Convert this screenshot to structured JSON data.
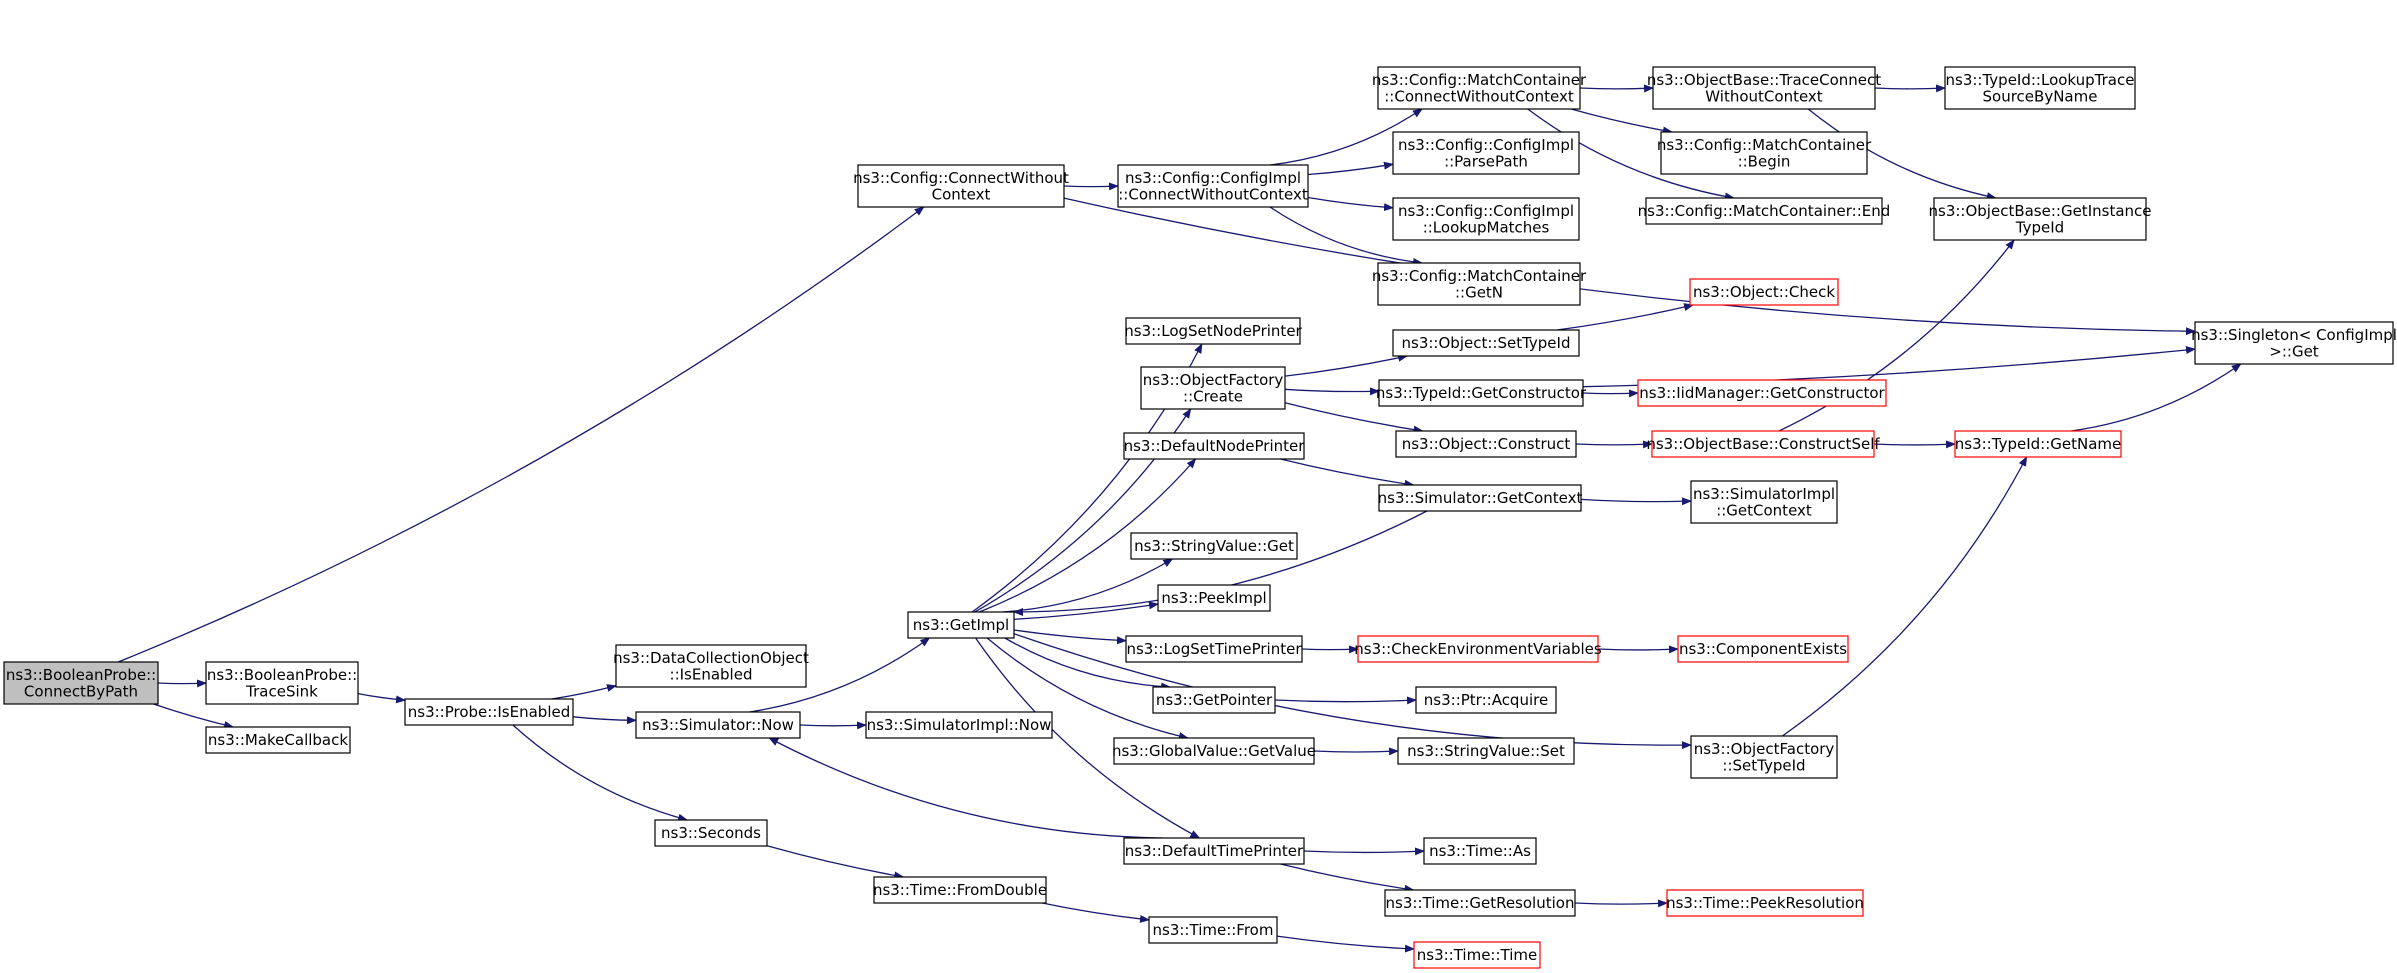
{
  "nodes": [
    {
      "id": "n_boolprobe_cbp",
      "lines": [
        "ns3::BooleanProbe::",
        "ConnectByPath"
      ],
      "style": "root"
    },
    {
      "id": "n_cfg_cwc",
      "lines": [
        "ns3::Config::ConnectWithout",
        "Context"
      ],
      "style": "normal"
    },
    {
      "id": "n_boolprobe_ts",
      "lines": [
        "ns3::BooleanProbe::",
        "TraceSink"
      ],
      "style": "normal"
    },
    {
      "id": "n_makecallback",
      "lines": [
        "ns3::MakeCallback"
      ],
      "style": "normal"
    },
    {
      "id": "n_probe_isenabled",
      "lines": [
        "ns3::Probe::IsEnabled"
      ],
      "style": "normal"
    },
    {
      "id": "n_dco_isenabled",
      "lines": [
        "ns3::DataCollectionObject",
        "::IsEnabled"
      ],
      "style": "normal"
    },
    {
      "id": "n_sim_now",
      "lines": [
        "ns3::Simulator::Now"
      ],
      "style": "normal"
    },
    {
      "id": "n_seconds",
      "lines": [
        "ns3::Seconds"
      ],
      "style": "normal"
    },
    {
      "id": "n_simimpl_now",
      "lines": [
        "ns3::SimulatorImpl::Now"
      ],
      "style": "normal"
    },
    {
      "id": "n_getimpl",
      "lines": [
        "ns3::GetImpl"
      ],
      "style": "normal"
    },
    {
      "id": "n_time_fromdouble",
      "lines": [
        "ns3::Time::FromDouble"
      ],
      "style": "normal"
    },
    {
      "id": "n_time_from",
      "lines": [
        "ns3::Time::From"
      ],
      "style": "normal"
    },
    {
      "id": "n_time_time",
      "lines": [
        "ns3::Time::Time"
      ],
      "style": "red"
    },
    {
      "id": "n_cfgimpl_cwc",
      "lines": [
        "ns3::Config::ConfigImpl",
        "::ConnectWithoutContext"
      ],
      "style": "normal"
    },
    {
      "id": "n_mc_cwc",
      "lines": [
        "ns3::Config::MatchContainer",
        "::ConnectWithoutContext"
      ],
      "style": "normal"
    },
    {
      "id": "n_cfgimpl_parsepath",
      "lines": [
        "ns3::Config::ConfigImpl",
        "::ParsePath"
      ],
      "style": "normal"
    },
    {
      "id": "n_cfgimpl_lookup",
      "lines": [
        "ns3::Config::ConfigImpl",
        "::LookupMatches"
      ],
      "style": "normal"
    },
    {
      "id": "n_mc_getn",
      "lines": [
        "ns3::Config::MatchContainer",
        "::GetN"
      ],
      "style": "normal"
    },
    {
      "id": "n_ob_tcwc",
      "lines": [
        "ns3::ObjectBase::TraceConnect",
        "WithoutContext"
      ],
      "style": "normal"
    },
    {
      "id": "n_mc_begin",
      "lines": [
        "ns3::Config::MatchContainer",
        "::Begin"
      ],
      "style": "normal"
    },
    {
      "id": "n_mc_end",
      "lines": [
        "ns3::Config::MatchContainer::End"
      ],
      "style": "normal"
    },
    {
      "id": "n_typeid_lookup",
      "lines": [
        "ns3::TypeId::LookupTrace",
        "SourceByName"
      ],
      "style": "normal"
    },
    {
      "id": "n_ob_getinst",
      "lines": [
        "ns3::ObjectBase::GetInstance",
        "TypeId"
      ],
      "style": "normal"
    },
    {
      "id": "n_singleton_get",
      "lines": [
        "ns3::Singleton< ConfigImpl",
        ">::Get"
      ],
      "style": "normal"
    },
    {
      "id": "n_logsetnodeprinter",
      "lines": [
        "ns3::LogSetNodePrinter"
      ],
      "style": "normal"
    },
    {
      "id": "n_objfactory_create",
      "lines": [
        "ns3::ObjectFactory",
        "::Create"
      ],
      "style": "normal"
    },
    {
      "id": "n_defaultnodeprinter",
      "lines": [
        "ns3::DefaultNodePrinter"
      ],
      "style": "normal"
    },
    {
      "id": "n_stringvalue_get",
      "lines": [
        "ns3::StringValue::Get"
      ],
      "style": "normal"
    },
    {
      "id": "n_peekimpl",
      "lines": [
        "ns3::PeekImpl"
      ],
      "style": "normal"
    },
    {
      "id": "n_logsettimeprinter",
      "lines": [
        "ns3::LogSetTimePrinter"
      ],
      "style": "normal"
    },
    {
      "id": "n_getpointer",
      "lines": [
        "ns3::GetPointer"
      ],
      "style": "normal"
    },
    {
      "id": "n_gv_getvalue",
      "lines": [
        "ns3::GlobalValue::GetValue"
      ],
      "style": "normal"
    },
    {
      "id": "n_defaulttimeprinter",
      "lines": [
        "ns3::DefaultTimePrinter"
      ],
      "style": "normal"
    },
    {
      "id": "n_obj_settypeid",
      "lines": [
        "ns3::Object::SetTypeId"
      ],
      "style": "normal"
    },
    {
      "id": "n_obj_check",
      "lines": [
        "ns3::Object::Check"
      ],
      "style": "red"
    },
    {
      "id": "n_typeid_getctor",
      "lines": [
        "ns3::TypeId::GetConstructor"
      ],
      "style": "normal"
    },
    {
      "id": "n_iidmgr_getctor",
      "lines": [
        "ns3::IidManager::GetConstructor"
      ],
      "style": "red"
    },
    {
      "id": "n_obj_construct",
      "lines": [
        "ns3::Object::Construct"
      ],
      "style": "normal"
    },
    {
      "id": "n_ob_constructself",
      "lines": [
        "ns3::ObjectBase::ConstructSelf"
      ],
      "style": "red"
    },
    {
      "id": "n_typeid_getname",
      "lines": [
        "ns3::TypeId::GetName"
      ],
      "style": "red"
    },
    {
      "id": "n_sim_getcontext",
      "lines": [
        "ns3::Simulator::GetContext"
      ],
      "style": "normal"
    },
    {
      "id": "n_simimpl_getcontext",
      "lines": [
        "ns3::SimulatorImpl",
        "::GetContext"
      ],
      "style": "normal"
    },
    {
      "id": "n_checkenv",
      "lines": [
        "ns3::CheckEnvironmentVariables"
      ],
      "style": "red"
    },
    {
      "id": "n_compexists",
      "lines": [
        "ns3::ComponentExists"
      ],
      "style": "red"
    },
    {
      "id": "n_ptr_acquire",
      "lines": [
        "ns3::Ptr::Acquire"
      ],
      "style": "normal"
    },
    {
      "id": "n_stringvalue_set",
      "lines": [
        "ns3::StringValue::Set"
      ],
      "style": "normal"
    },
    {
      "id": "n_objfactory_settypeid",
      "lines": [
        "ns3::ObjectFactory",
        "::SetTypeId"
      ],
      "style": "normal"
    },
    {
      "id": "n_time_as",
      "lines": [
        "ns3::Time::As"
      ],
      "style": "normal"
    },
    {
      "id": "n_time_getres",
      "lines": [
        "ns3::Time::GetResolution"
      ],
      "style": "normal"
    },
    {
      "id": "n_time_peekres",
      "lines": [
        "ns3::Time::PeekResolution"
      ],
      "style": "red"
    }
  ],
  "edges": [
    [
      "n_boolprobe_cbp",
      "n_cfg_cwc"
    ],
    [
      "n_boolprobe_cbp",
      "n_boolprobe_ts"
    ],
    [
      "n_boolprobe_cbp",
      "n_makecallback"
    ],
    [
      "n_cfg_cwc",
      "n_cfgimpl_cwc"
    ],
    [
      "n_cfg_cwc",
      "n_singleton_get"
    ],
    [
      "n_boolprobe_ts",
      "n_probe_isenabled"
    ],
    [
      "n_probe_isenabled",
      "n_dco_isenabled"
    ],
    [
      "n_probe_isenabled",
      "n_sim_now"
    ],
    [
      "n_probe_isenabled",
      "n_seconds"
    ],
    [
      "n_sim_now",
      "n_getimpl"
    ],
    [
      "n_sim_now",
      "n_simimpl_now"
    ],
    [
      "n_seconds",
      "n_time_fromdouble"
    ],
    [
      "n_time_fromdouble",
      "n_time_from"
    ],
    [
      "n_time_from",
      "n_time_time"
    ],
    [
      "n_cfgimpl_cwc",
      "n_mc_cwc"
    ],
    [
      "n_cfgimpl_cwc",
      "n_cfgimpl_parsepath"
    ],
    [
      "n_cfgimpl_cwc",
      "n_cfgimpl_lookup"
    ],
    [
      "n_cfgimpl_cwc",
      "n_mc_getn"
    ],
    [
      "n_mc_cwc",
      "n_ob_tcwc"
    ],
    [
      "n_mc_cwc",
      "n_mc_begin"
    ],
    [
      "n_mc_cwc",
      "n_mc_end"
    ],
    [
      "n_ob_tcwc",
      "n_typeid_lookup"
    ],
    [
      "n_ob_tcwc",
      "n_ob_getinst"
    ],
    [
      "n_getimpl",
      "n_logsetnodeprinter"
    ],
    [
      "n_getimpl",
      "n_objfactory_create"
    ],
    [
      "n_getimpl",
      "n_defaultnodeprinter"
    ],
    [
      "n_getimpl",
      "n_stringvalue_get"
    ],
    [
      "n_getimpl",
      "n_peekimpl"
    ],
    [
      "n_getimpl",
      "n_logsettimeprinter"
    ],
    [
      "n_getimpl",
      "n_getpointer"
    ],
    [
      "n_getimpl",
      "n_gv_getvalue"
    ],
    [
      "n_getimpl",
      "n_defaulttimeprinter"
    ],
    [
      "n_getimpl",
      "n_objfactory_settypeid"
    ],
    [
      "n_objfactory_create",
      "n_obj_settypeid"
    ],
    [
      "n_objfactory_create",
      "n_typeid_getctor"
    ],
    [
      "n_objfactory_create",
      "n_obj_construct"
    ],
    [
      "n_obj_settypeid",
      "n_obj_check"
    ],
    [
      "n_typeid_getctor",
      "n_iidmgr_getctor"
    ],
    [
      "n_typeid_getctor",
      "n_singleton_get"
    ],
    [
      "n_obj_construct",
      "n_ob_constructself"
    ],
    [
      "n_ob_constructself",
      "n_typeid_getname"
    ],
    [
      "n_ob_constructself",
      "n_ob_getinst"
    ],
    [
      "n_typeid_getname",
      "n_singleton_get"
    ],
    [
      "n_defaultnodeprinter",
      "n_sim_getcontext"
    ],
    [
      "n_sim_getcontext",
      "n_getimpl"
    ],
    [
      "n_sim_getcontext",
      "n_simimpl_getcontext"
    ],
    [
      "n_logsettimeprinter",
      "n_checkenv"
    ],
    [
      "n_checkenv",
      "n_compexists"
    ],
    [
      "n_getpointer",
      "n_ptr_acquire"
    ],
    [
      "n_gv_getvalue",
      "n_stringvalue_set"
    ],
    [
      "n_objfactory_settypeid",
      "n_typeid_getname"
    ],
    [
      "n_defaulttimeprinter",
      "n_sim_now"
    ],
    [
      "n_defaulttimeprinter",
      "n_time_as"
    ],
    [
      "n_defaulttimeprinter",
      "n_time_getres"
    ],
    [
      "n_time_getres",
      "n_time_peekres"
    ]
  ],
  "colors": {
    "edge": "#191970",
    "node_border": "#000000",
    "red_border": "#ff0000",
    "root_fill": "#bfbfbf",
    "node_fill": "#ffffff"
  }
}
